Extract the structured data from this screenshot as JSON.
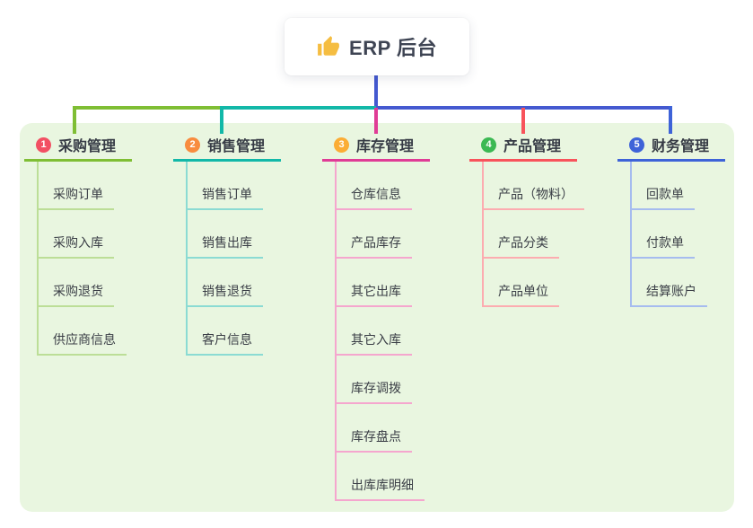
{
  "root": {
    "title": "ERP 后台",
    "icon": "thumbs-up"
  },
  "colors": {
    "panel_bg": "#E9F6E0",
    "connector_blue": "#4459D0",
    "icon_color": "#F5BD41",
    "card_bg": "#FFFFFF"
  },
  "branches": [
    {
      "num": "1",
      "title": "采购管理",
      "badge_color": "#F25063",
      "line_color": "#7FBE34",
      "light_color": "#BCDE97",
      "children": [
        "采购订单",
        "采购入库",
        "采购退货",
        "供应商信息"
      ]
    },
    {
      "num": "2",
      "title": "销售管理",
      "badge_color": "#F88C3F",
      "line_color": "#12B8A8",
      "light_color": "#8BDBD3",
      "children": [
        "销售订单",
        "销售出库",
        "销售退货",
        "客户信息"
      ]
    },
    {
      "num": "3",
      "title": "库存管理",
      "badge_color": "#FBAD35",
      "line_color": "#E03C96",
      "light_color": "#F5A6CE",
      "children": [
        "仓库信息",
        "产品库存",
        "其它出库",
        "其它入库",
        "库存调拨",
        "库存盘点",
        "出库库明细"
      ]
    },
    {
      "num": "4",
      "title": "产品管理",
      "badge_color": "#3CB953",
      "line_color": "#F8535B",
      "light_color": "#FCACB0",
      "children": [
        "产品（物料）",
        "产品分类",
        "产品单位"
      ]
    },
    {
      "num": "5",
      "title": "财务管理",
      "badge_color": "#3E63D8",
      "line_color": "#3E63D8",
      "light_color": "#A6BCEF",
      "children": [
        "回款单",
        "付款单",
        "结算账户"
      ]
    }
  ]
}
